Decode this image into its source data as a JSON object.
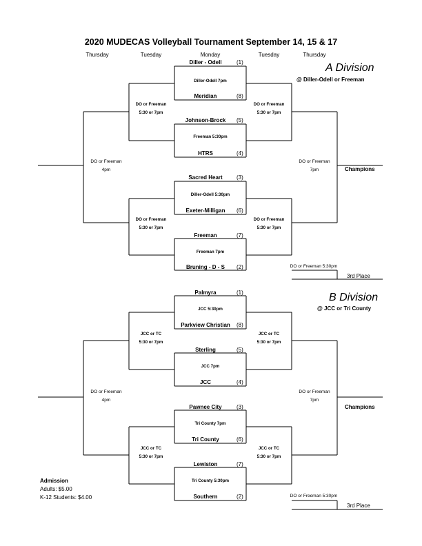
{
  "title": "2020 MUDECAS Volleyball Tournament September 14, 15 & 17",
  "days": [
    "Thursday",
    "Tuesday",
    "Monday",
    "Tuesday",
    "Thursday"
  ],
  "a": {
    "division": "A  Division",
    "location": "@ Diller-Odell or Freeman",
    "teams": [
      {
        "name": "Diller - Odell",
        "seed": "(1)"
      },
      {
        "name": "Meridian",
        "seed": "(8)"
      },
      {
        "name": "Johnson-Brock",
        "seed": "(5)"
      },
      {
        "name": "HTRS",
        "seed": "(4)"
      },
      {
        "name": "Sacred Heart",
        "seed": "(3)"
      },
      {
        "name": "Exeter-Milligan",
        "seed": "(6)"
      },
      {
        "name": "Freeman",
        "seed": "(7)"
      },
      {
        "name": "Bruning - D - S",
        "seed": "(2)"
      }
    ],
    "r1_sites": [
      "Diller-Odell 7pm",
      "Freeman 5:30pm",
      "Diller-Odell 5:30pm",
      "Freeman 7pm"
    ],
    "qf_site": "DO or Freeman",
    "qf_time": "5:30 or 7pm",
    "semi_site": "DO or Freeman",
    "semi_time_left": "4pm",
    "semi_time_right": "7pm",
    "champions": "Champions",
    "third_site": "DO or Freeman 5:30pm",
    "third_label": "3rd Place"
  },
  "b": {
    "division": "B Division",
    "location": "@ JCC or Tri County",
    "teams": [
      {
        "name": "Palmyra",
        "seed": "(1)"
      },
      {
        "name": "Parkview Christian",
        "seed": "(8)"
      },
      {
        "name": "Sterling",
        "seed": "(5)"
      },
      {
        "name": "JCC",
        "seed": "(4)"
      },
      {
        "name": "Pawnee City",
        "seed": "(3)"
      },
      {
        "name": "Tri County",
        "seed": "(6)"
      },
      {
        "name": "Lewiston",
        "seed": "(7)"
      },
      {
        "name": "Southern",
        "seed": "(2)"
      }
    ],
    "r1_sites": [
      "JCC 5:30pm",
      "JCC 7pm",
      "Tri County 7pm",
      "Tri County 5:30pm"
    ],
    "qf_site": "JCC or TC",
    "qf_time": "5:30 or 7pm",
    "semi_site": "DO or Freeman",
    "semi_time_left": "4pm",
    "semi_time_right": "7pm",
    "champions": "Champions",
    "third_site": "DO or Freeman 5:30pm",
    "third_label": "3rd Place"
  },
  "admission": {
    "heading": "Admission",
    "adults": "Adults: $5.00",
    "students": "K-12 Students: $4.00"
  }
}
